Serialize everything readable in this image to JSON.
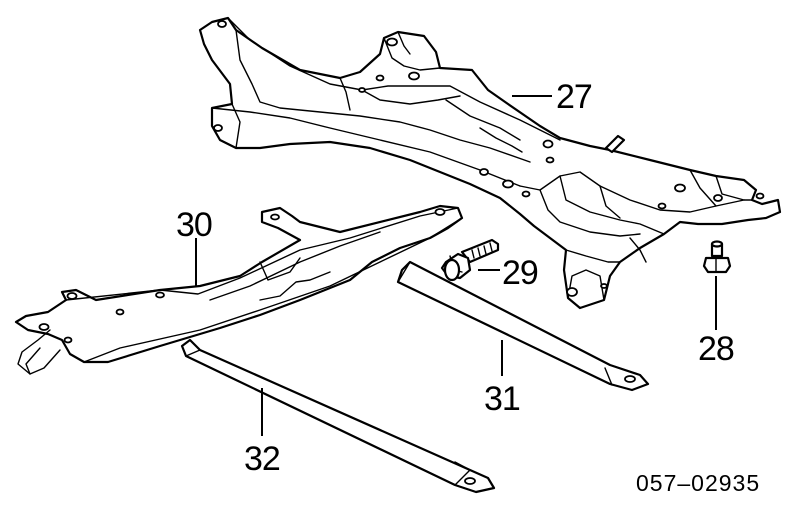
{
  "callouts": {
    "p27": "27",
    "p28": "28",
    "p29": "29",
    "p30": "30",
    "p31": "31",
    "p32": "32"
  },
  "reference_code": "057–02935",
  "colors": {
    "ink": "#000000",
    "paper": "#ffffff"
  }
}
